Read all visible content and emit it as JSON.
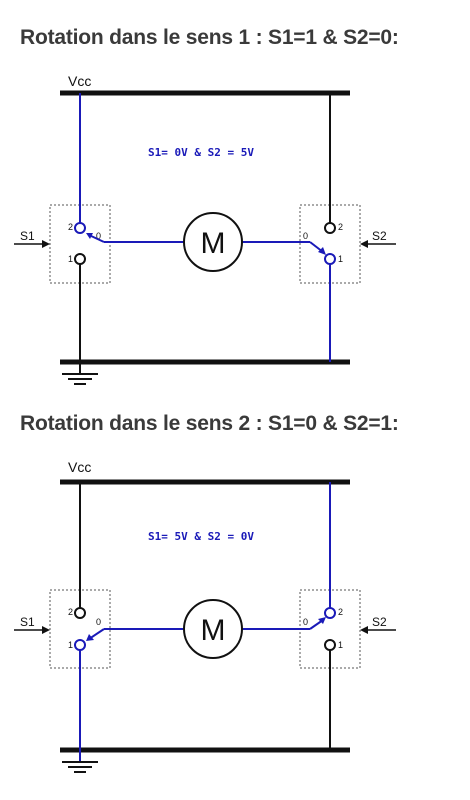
{
  "colors": {
    "active": "#1a1ab8",
    "idle": "#111111",
    "heading": "#3a3a3a"
  },
  "diagram1": {
    "heading": "Rotation dans le sens 1 : S1=1 & S2=0:",
    "vcc_label": "Vcc",
    "note": "S1= 0V & S2 = 5V",
    "motor_label": "M",
    "s1_label": "S1",
    "s2_label": "S2",
    "pin_2": "2",
    "pin_1": "1",
    "pin_0": "0"
  },
  "diagram2": {
    "heading": "Rotation dans le sens 2 : S1=0 & S2=1:",
    "vcc_label": "Vcc",
    "note": "S1= 5V & S2 = 0V",
    "motor_label": "M",
    "s1_label": "S1",
    "s2_label": "S2",
    "pin_2": "2",
    "pin_1": "1",
    "pin_0": "0"
  }
}
